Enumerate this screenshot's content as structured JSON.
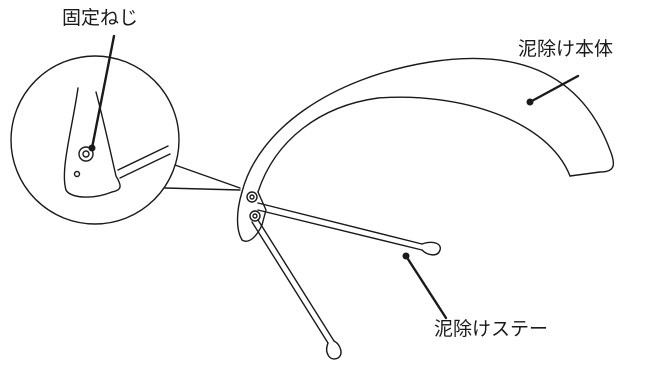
{
  "labels": {
    "fixing_screw": "固定ねじ",
    "fender_body": "泥除け本体",
    "fender_stay": "泥除けステー"
  },
  "colors": {
    "line": "#1a1a1a",
    "background": "#ffffff"
  }
}
